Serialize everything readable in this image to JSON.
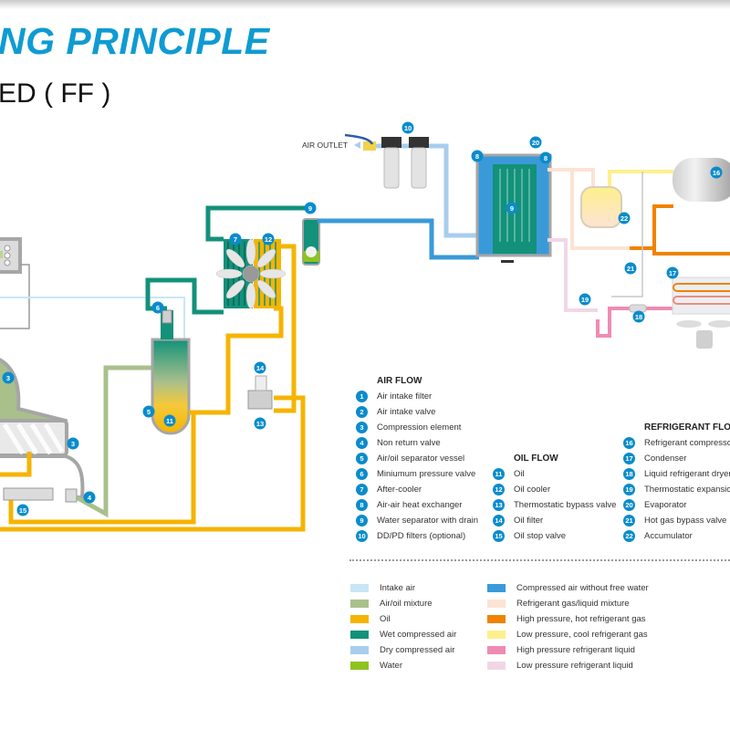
{
  "header": {
    "title": "NG PRINCIPLE",
    "subtitle": "ED ( FF )"
  },
  "diagram": {
    "air_outlet_label": "AIR OUTLET",
    "callouts": [
      "3",
      "3",
      "4",
      "5",
      "6",
      "7",
      "8",
      "8",
      "9",
      "9",
      "10",
      "11",
      "12",
      "13",
      "14",
      "15",
      "16",
      "17",
      "18",
      "19",
      "20",
      "21",
      "22"
    ]
  },
  "legend": {
    "air_flow": {
      "heading": "AIR FLOW",
      "items": [
        {
          "num": "1",
          "label": "Air intake filter"
        },
        {
          "num": "2",
          "label": "Air intake valve"
        },
        {
          "num": "3",
          "label": "Compression element"
        },
        {
          "num": "4",
          "label": "Non return valve"
        },
        {
          "num": "5",
          "label": "Air/oil separator vessel"
        },
        {
          "num": "6",
          "label": "Miniumum pressure valve"
        },
        {
          "num": "7",
          "label": "After-cooler"
        },
        {
          "num": "8",
          "label": "Air-air heat exchanger"
        },
        {
          "num": "9",
          "label": "Water separator with drain"
        },
        {
          "num": "10",
          "label": "DD/PD filters (optional)"
        }
      ]
    },
    "oil_flow": {
      "heading": "OIL FLOW",
      "items": [
        {
          "num": "11",
          "label": "Oil"
        },
        {
          "num": "12",
          "label": "Oil cooler"
        },
        {
          "num": "13",
          "label": "Thermostatic bypass valve"
        },
        {
          "num": "14",
          "label": "Oil filter"
        },
        {
          "num": "15",
          "label": "Oil stop valve"
        }
      ]
    },
    "refrigerant_flow": {
      "heading": "REFRIGERANT FLOW",
      "items": [
        {
          "num": "16",
          "label": "Refrigerant compresso"
        },
        {
          "num": "17",
          "label": "Condenser"
        },
        {
          "num": "18",
          "label": "Liquid refrigerant dryer"
        },
        {
          "num": "19",
          "label": "Thermostatic expansio"
        },
        {
          "num": "20",
          "label": "Evaporator"
        },
        {
          "num": "21",
          "label": "Hot gas bypass valve"
        },
        {
          "num": "22",
          "label": "Accumulator"
        }
      ]
    },
    "colors_left": [
      {
        "label": "Intake air",
        "color": "#c9e6f6"
      },
      {
        "label": "Air/oil mixture",
        "color": "#a9c08b"
      },
      {
        "label": "Oil",
        "color": "#f5b400"
      },
      {
        "label": "Wet compressed air",
        "color": "#13917a"
      },
      {
        "label": "Dry compressed air",
        "color": "#a9cdee"
      },
      {
        "label": "Water",
        "color": "#8fc31f"
      }
    ],
    "colors_right": [
      {
        "label": "Compressed air without free water",
        "color": "#3a9ad9"
      },
      {
        "label": "Refrigerant gas/liquid mixture",
        "color": "#fde3d3"
      },
      {
        "label": "High pressure, hot refrigerant gas",
        "color": "#f08300"
      },
      {
        "label": "Low pressure, cool refrigerant gas",
        "color": "#fdf08c"
      },
      {
        "label": "High pressure refrigerant liquid",
        "color": "#ef8bb3"
      },
      {
        "label": "Low pressure refrigerant liquid",
        "color": "#f1d7e6"
      }
    ]
  }
}
